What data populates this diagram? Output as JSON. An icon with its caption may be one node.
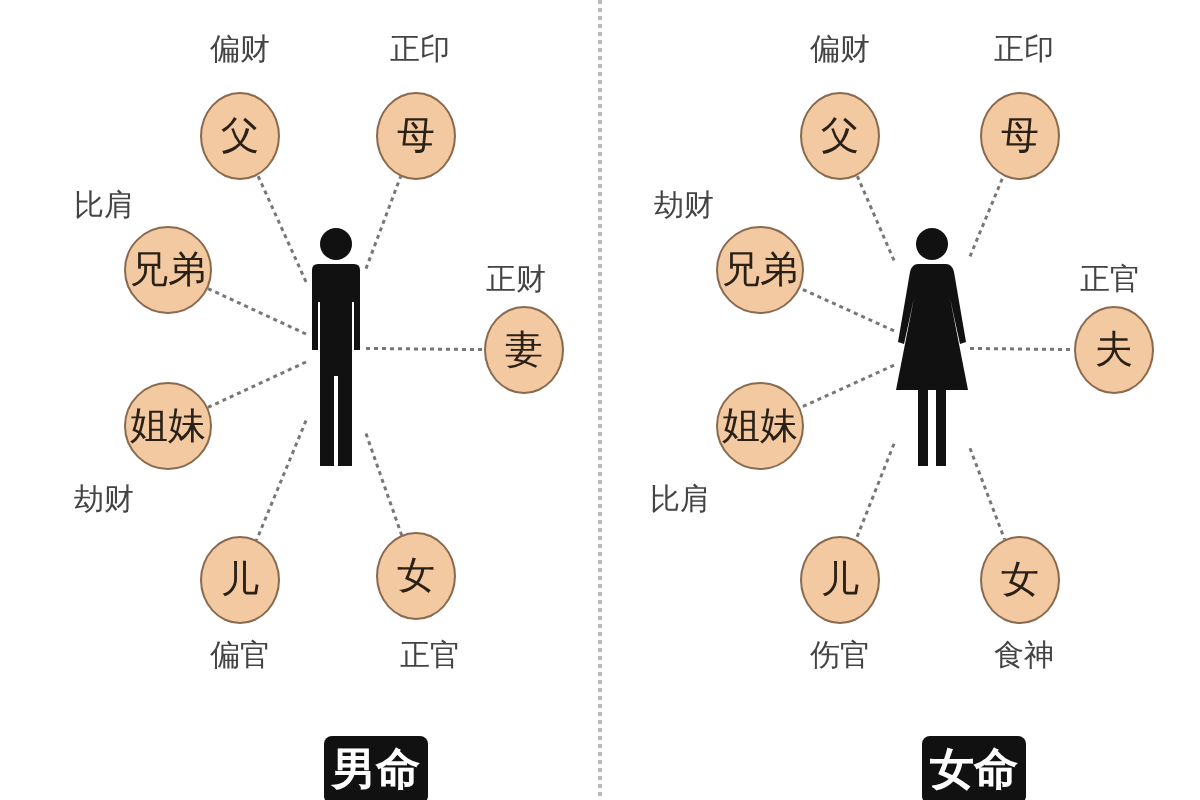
{
  "diagram": {
    "nodes": [
      {
        "text": [],
        "shape": "person"
      },
      {
        "text": [
          "父"
        ],
        "beside": [
          "偏财"
        ]
      },
      {
        "text": [
          "母"
        ],
        "beside": [
          "正印"
        ]
      },
      {
        "text": [
          "兄弟"
        ],
        "beside": [
          "比肩"
        ]
      },
      {
        "text": [
          "妻"
        ],
        "beside": [
          "正财"
        ]
      },
      {
        "text": [
          "姐妹"
        ],
        "beside": [
          "劫财"
        ]
      },
      {
        "text": [
          "儿"
        ],
        "beside": [
          "偏官"
        ]
      },
      {
        "text": [
          "女"
        ],
        "beside": [
          "正官"
        ]
      },
      {
        "text": [],
        "shape": "person"
      },
      {
        "text": [
          "父"
        ],
        "beside": [
          "偏财"
        ]
      },
      {
        "text": [
          "母"
        ],
        "beside": [
          "正印"
        ]
      },
      {
        "text": [
          "兄弟"
        ],
        "beside": [
          "劫财"
        ]
      },
      {
        "text": [
          "夫"
        ],
        "beside": [
          "正官"
        ]
      },
      {
        "text": [
          "姐妹"
        ],
        "beside": [
          "比肩"
        ]
      },
      {
        "text": [
          "儿"
        ],
        "beside": [
          "伤官"
        ]
      },
      {
        "text": [
          "女"
        ],
        "beside": [
          "食神"
        ]
      }
    ],
    "edges": [
      {
        "from": 0,
        "to": 1,
        "arrow": "none",
        "style": "dashed"
      },
      {
        "from": 0,
        "to": 2,
        "arrow": "none",
        "style": "dashed"
      },
      {
        "from": 0,
        "to": 3,
        "arrow": "none",
        "style": "dashed"
      },
      {
        "from": 0,
        "to": 4,
        "arrow": "none",
        "style": "dashed"
      },
      {
        "from": 0,
        "to": 5,
        "arrow": "none",
        "style": "dashed"
      },
      {
        "from": 0,
        "to": 6,
        "arrow": "none",
        "style": "dashed"
      },
      {
        "from": 0,
        "to": 7,
        "arrow": "none",
        "style": "dashed"
      },
      {
        "from": 8,
        "to": 9,
        "arrow": "none",
        "style": "dashed"
      },
      {
        "from": 8,
        "to": 10,
        "arrow": "none",
        "style": "dashed"
      },
      {
        "from": 8,
        "to": 11,
        "arrow": "none",
        "style": "dashed"
      },
      {
        "from": 8,
        "to": 12,
        "arrow": "none",
        "style": "dashed"
      },
      {
        "from": 8,
        "to": 13,
        "arrow": "none",
        "style": "dashed"
      },
      {
        "from": 8,
        "to": 14,
        "arrow": "none",
        "style": "dashed"
      },
      {
        "from": 8,
        "to": 15,
        "arrow": "none",
        "style": "dashed"
      }
    ],
    "labels": [
      "男命",
      "女命"
    ]
  }
}
